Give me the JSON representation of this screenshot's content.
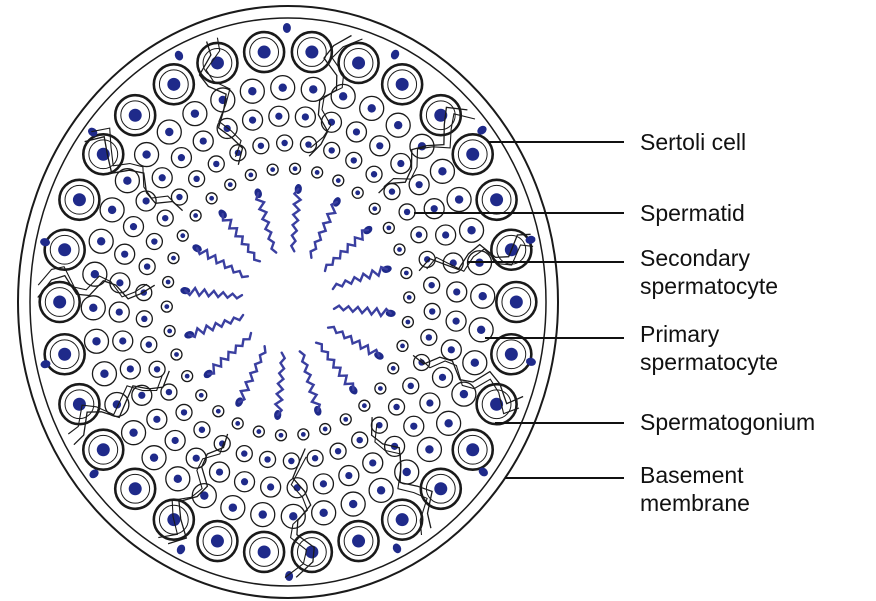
{
  "labels": [
    {
      "id": "sertoli-cell",
      "lines": [
        "Sertoli cell"
      ]
    },
    {
      "id": "spermatid",
      "lines": [
        "Spermatid"
      ]
    },
    {
      "id": "secondary-spermatocyte",
      "lines": [
        "Secondary",
        "spermatocyte"
      ]
    },
    {
      "id": "primary-spermatocyte",
      "lines": [
        "Primary",
        "spermatocyte"
      ]
    },
    {
      "id": "spermatogonium",
      "lines": [
        "Spermatogonium"
      ]
    },
    {
      "id": "basement-membrane",
      "lines": [
        "Basement",
        "membrane"
      ]
    }
  ],
  "colors": {
    "nucleus": "#1f2a8a",
    "sperm_tail": "#3a3fa0",
    "outline": "#1a1a1a",
    "background": "#ffffff"
  }
}
